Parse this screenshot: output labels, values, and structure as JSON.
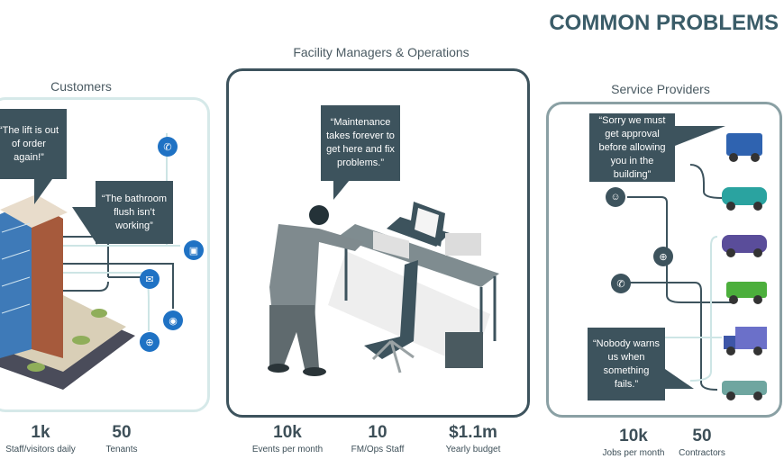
{
  "header": {
    "title": "COMMON PROBLEMS"
  },
  "customers": {
    "title": "Customers",
    "quotes": [
      "“The lift is out of order again!”",
      "“The bathroom flush isn’t working”"
    ],
    "channels": [
      "phone-icon",
      "wallet-icon",
      "mail-icon",
      "app-icon",
      "target-icon"
    ],
    "stats": [
      {
        "value": "1k",
        "label": "Staff/visitors daily"
      },
      {
        "value": "50",
        "label": "Tenants"
      }
    ]
  },
  "facility": {
    "title": "Facility Managers & Operations",
    "quote": "“Maintenance takes forever to get here and fix problems.”",
    "stats": [
      {
        "value": "10k",
        "label": "Events per month"
      },
      {
        "value": "10",
        "label": "FM/Ops Staff"
      },
      {
        "value": "$1.1m",
        "label": "Yearly budget"
      }
    ]
  },
  "providers": {
    "title": "Service Providers",
    "quotes": [
      "“Sorry we must get approval before allowing you in the building”",
      "“Nobody warns us when something fails.”"
    ],
    "stats": [
      {
        "value": "10k",
        "label": "Jobs per month"
      },
      {
        "value": "50",
        "label": "Contractors"
      }
    ]
  },
  "colors": {
    "accent": "#3a5c68",
    "callout": "#3d535d",
    "channel": "#1f72c4"
  }
}
